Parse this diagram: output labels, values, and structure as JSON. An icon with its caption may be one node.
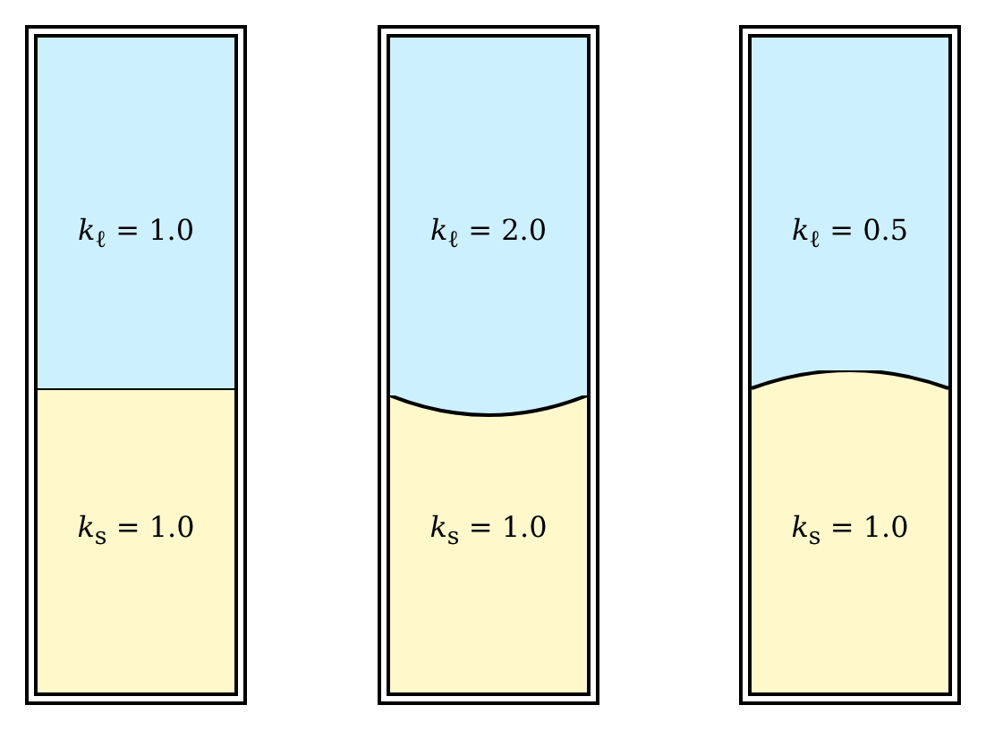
{
  "diagram": {
    "nodes": [
      {
        "text": [],
        "shape": "box"
      },
      {
        "text": [
          "*k*$_{ℓ}$ = 1.0"
        ],
        "in": 0
      },
      {
        "text": [
          "*k*$_{s}$ = 1.0"
        ],
        "in": 0
      },
      {
        "text": [],
        "shape": "box"
      },
      {
        "text": [
          "*k*$_{ℓ}$ = 2.0"
        ],
        "in": 3
      },
      {
        "text": [
          "*k*$_{s}$ = 1.0"
        ],
        "in": 3
      },
      {
        "text": [],
        "shape": "box"
      },
      {
        "text": [
          "*k*$_{ℓ}$ = 0.5"
        ],
        "in": 6
      },
      {
        "text": [
          "*k*$_{s}$ = 1.0"
        ],
        "in": 6
      }
    ]
  }
}
